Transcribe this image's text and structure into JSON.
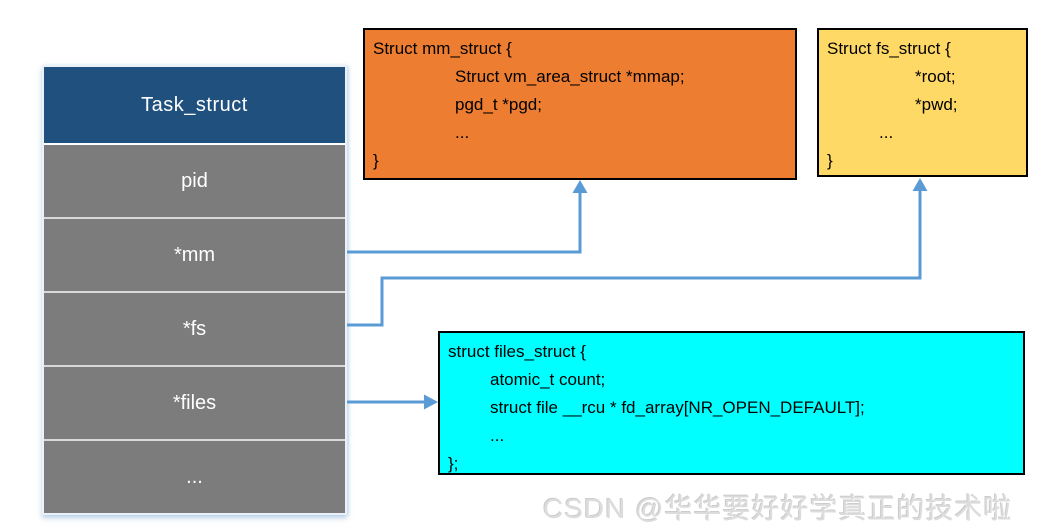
{
  "task_table": {
    "header": "Task_struct",
    "rows": [
      "pid",
      "*mm",
      "*fs",
      "*files",
      "..."
    ]
  },
  "boxes": {
    "mm_struct": {
      "lines": [
        "Struct mm_struct {",
        "Struct vm_area_struct *mmap;",
        "pgd_t *pgd;",
        "...",
        "}"
      ]
    },
    "fs_struct": {
      "lines": [
        "Struct fs_struct {",
        "*root;",
        "*pwd;",
        "...",
        "}"
      ]
    },
    "files_struct": {
      "lines": [
        "struct files_struct {",
        "atomic_t count;",
        "struct file __rcu * fd_array[NR_OPEN_DEFAULT];",
        "...",
        "};"
      ]
    }
  },
  "arrows": [
    {
      "from": "*mm",
      "to": "mm_struct"
    },
    {
      "from": "*fs",
      "to": "fs_struct"
    },
    {
      "from": "*files",
      "to": "files_struct"
    }
  ],
  "watermark": "CSDN @华华要好好学真正的技术啦",
  "colors": {
    "table_header": "#20507E",
    "table_row": "#7C7C7C",
    "mm_struct_fill": "#ED7D31",
    "fs_struct_fill": "#FFD966",
    "files_struct_fill": "#00FFFF",
    "box_border": "#000000",
    "arrow": "#5B9BD5",
    "watermark_text": "#DCDCDC"
  }
}
